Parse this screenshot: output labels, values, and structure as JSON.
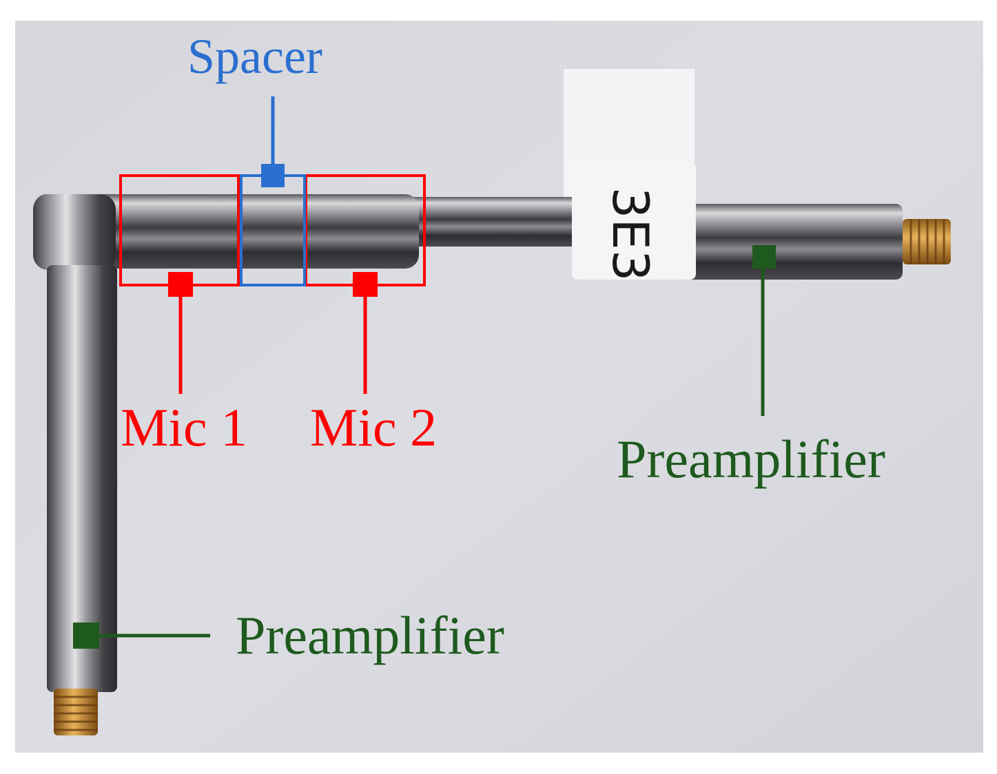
{
  "labels": {
    "spacer": "Spacer",
    "mic1": "Mic 1",
    "mic2": "Mic 2",
    "preamplifier_right": "Preamplifier",
    "preamplifier_left": "Preamplifier"
  },
  "tag_text": "3E3",
  "colors": {
    "spacer": "#2a6fcf",
    "mic": "#ff0000",
    "preamplifier": "#1e5a1e",
    "background": "#d9dadf"
  }
}
